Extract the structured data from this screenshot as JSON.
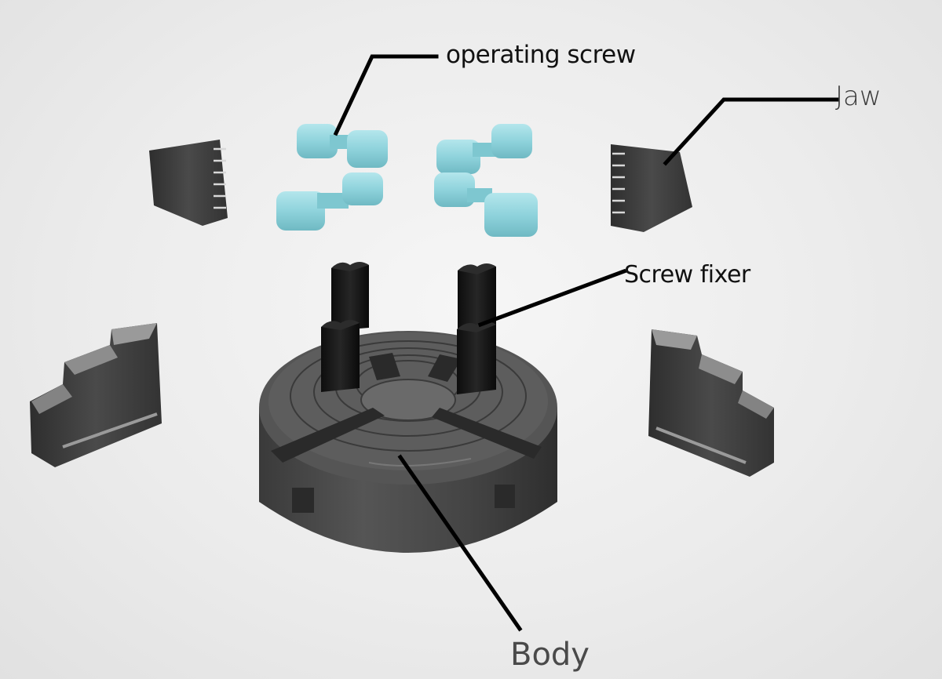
{
  "labels": {
    "operating_screw": "operating screw",
    "jaw": "Jaw",
    "screw_fixer": "Screw fixer",
    "body": "Body"
  },
  "colors": {
    "background": "#ececec",
    "screw": "#8fd3dc",
    "metal_dark": "#3f3f3f",
    "fixer": "#151515",
    "leader_line": "#000000"
  }
}
